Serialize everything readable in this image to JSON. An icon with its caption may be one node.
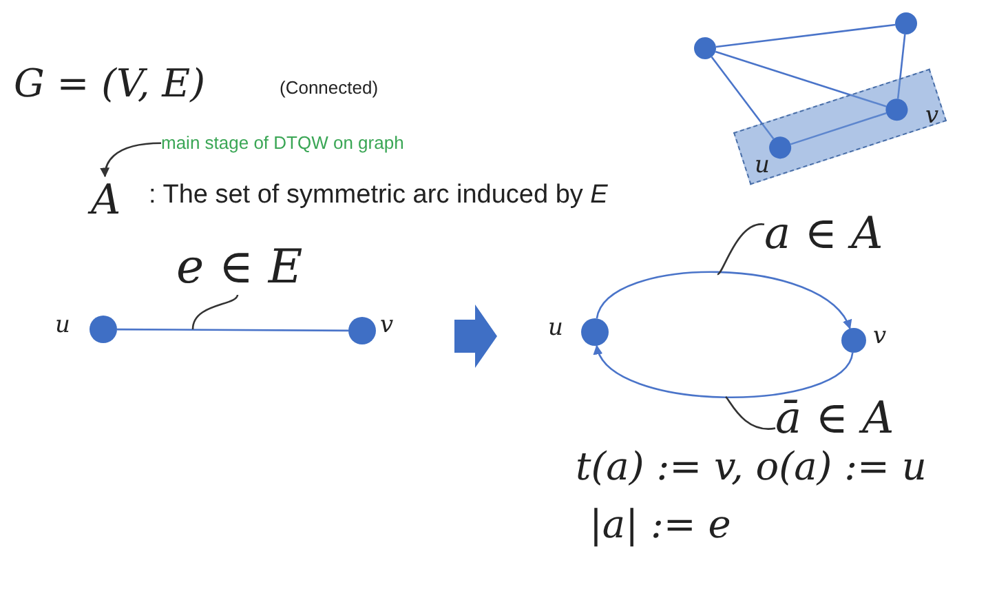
{
  "diagram": {
    "nodes": [
      {
        "text": [],
        "shape": "circle"
      },
      {
        "text": [],
        "shape": "circle"
      },
      {
        "text": [],
        "shape": "box"
      },
      {
        "text": [],
        "shape": "circle",
        "in": 2,
        "beside": [
          "u"
        ]
      },
      {
        "text": [],
        "shape": "circle",
        "in": 2,
        "beside": [
          "v"
        ]
      },
      {
        "text": [
          "main stage of DTQW on graph"
        ]
      },
      {
        "text": [
          "A"
        ]
      },
      {
        "text": [],
        "shape": "circle",
        "beside": [
          "u"
        ]
      },
      {
        "text": [],
        "shape": "circle",
        "beside": [
          "v"
        ]
      },
      {
        "text": [
          "e ∈ E"
        ]
      },
      {
        "text": [],
        "shape": "circle",
        "beside": [
          "u"
        ]
      },
      {
        "text": [],
        "shape": "circle",
        "beside": [
          "v"
        ]
      },
      {
        "text": [
          "a ∈ A"
        ]
      },
      {
        "text": [
          "ā ∈ A"
        ]
      }
    ],
    "edges": [
      {
        "from": 0,
        "to": 1,
        "arrow": "none"
      },
      {
        "from": 0,
        "to": 4,
        "arrow": "none"
      },
      {
        "from": 1,
        "to": 4,
        "arrow": "none"
      },
      {
        "from": 0,
        "to": 3,
        "arrow": "none"
      },
      {
        "from": 3,
        "to": 4,
        "arrow": "none"
      },
      {
        "from": 5,
        "to": 6,
        "arrow": "to",
        "color": "#333333"
      },
      {
        "from": 7,
        "to": 8,
        "arrow": "none"
      },
      {
        "from": 9,
        "to": null,
        "arrow": "none",
        "color": "#333333"
      },
      {
        "from": 10,
        "to": 11,
        "arrow": "to"
      },
      {
        "from": 11,
        "to": 10,
        "arrow": "to"
      },
      {
        "from": 12,
        "to": null,
        "arrow": "none",
        "color": "#333333"
      },
      {
        "from": 13,
        "to": null,
        "arrow": "none",
        "color": "#333333"
      }
    ],
    "labels": [
      "G = (V, E)",
      "(Connected)",
      ": The set of symmetric arc induced by *E*",
      "t(a) := v, o(a) := u",
      "|a| := e"
    ]
  }
}
